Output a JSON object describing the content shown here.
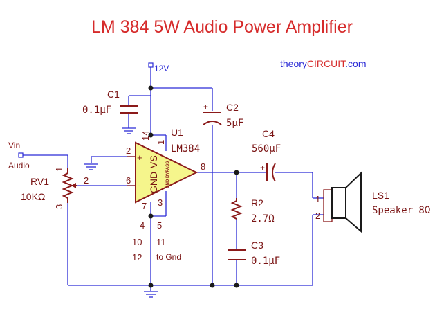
{
  "title": "LM 384 5W Audio Power Amplifier",
  "brand": {
    "prefix": "theory",
    "highlight": "CIRCUIT",
    "suffix": ".com"
  },
  "colors": {
    "title": "#d62b2b",
    "wire": "#2b2bd6",
    "component": "#8b1a1a",
    "brand_highlight": "#d62b2b",
    "brand_text": "#2b2bd6"
  },
  "supply": {
    "label": "12V"
  },
  "input": {
    "vin_label": "Vin",
    "audio_label": "Audio"
  },
  "components": {
    "c1": {
      "ref": "C1",
      "value": "0.1µF"
    },
    "c2": {
      "ref": "C2",
      "value": "5µF",
      "polarity": "+"
    },
    "c3": {
      "ref": "C3",
      "value": "0.1µF"
    },
    "c4": {
      "ref": "C4",
      "value": "560µF",
      "polarity": "+"
    },
    "r2": {
      "ref": "R2",
      "value": "2.7Ω"
    },
    "rv1": {
      "ref": "RV1",
      "value": "10KΩ",
      "pin1": "1",
      "pin2": "2",
      "pin3": "3"
    },
    "ls1": {
      "ref": "LS1",
      "value": "Speaker 8Ω",
      "pin1": "1",
      "pin2": "2"
    },
    "u1": {
      "ref": "U1",
      "part": "LM384",
      "gnd_label": "GND",
      "vs_label": "VS",
      "bypass_label": "GND BYPASS",
      "plus": "+",
      "minus": "-",
      "pins": {
        "p2": "2",
        "p6": "6",
        "p7": "7",
        "p3": "3",
        "p14": "14",
        "p1": "1",
        "p8": "8"
      },
      "extra_gnd_pins": {
        "p4": "4",
        "p5": "5",
        "p10": "10",
        "p11": "11",
        "p12": "12",
        "note": "to Gnd"
      }
    }
  }
}
